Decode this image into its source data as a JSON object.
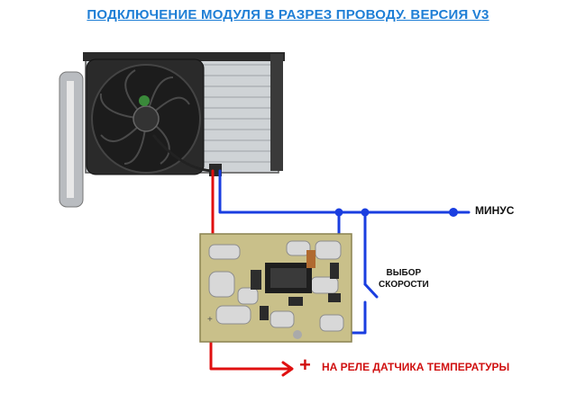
{
  "title": "ПОДКЛЮЧЕНИЕ МОДУЛЯ В РАЗРЕЗ ПРОВОДУ. ВЕРСИЯ V3",
  "labels": {
    "minus": "МИНУС",
    "speed_select_line1": "ВЫБОР",
    "speed_select_line2": "СКОРОСТИ",
    "relay": "НА РЕЛЕ ДАТЧИКА ТЕМПЕРАТУРЫ",
    "plus": "+"
  },
  "colors": {
    "title": "#1f7fd6",
    "wire_negative": "#1a3ee0",
    "wire_positive": "#e01010",
    "pcb": "#c9c08a",
    "text": "#111111"
  }
}
